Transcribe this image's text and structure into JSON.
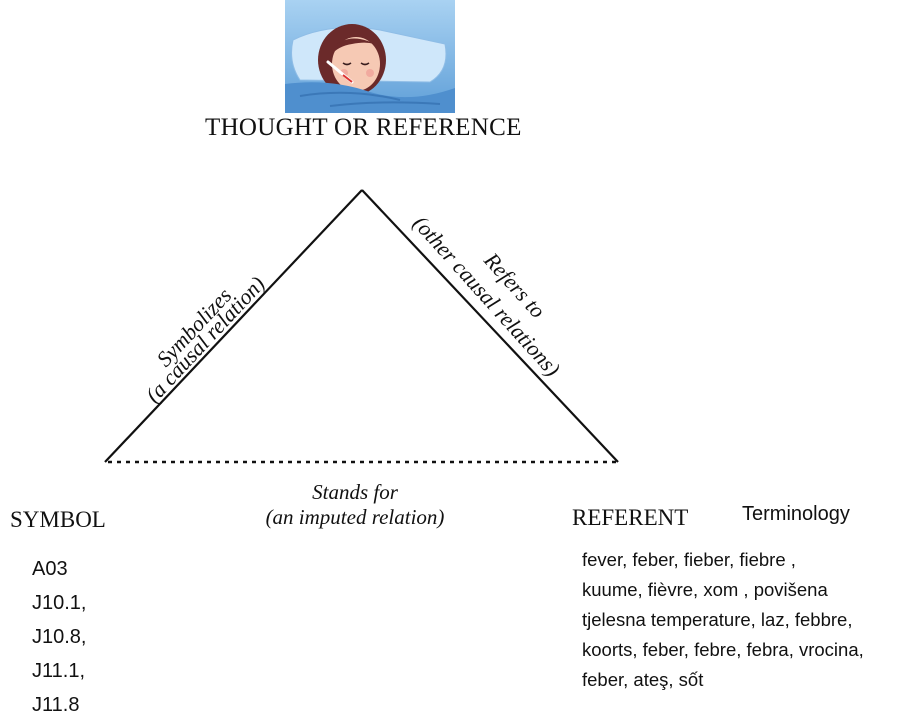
{
  "title": "THOUGHT OR REFERENCE",
  "edges": {
    "left": {
      "line1": "Symbolizes",
      "line2": "(a causal relation)"
    },
    "right": {
      "line1": "Refers to",
      "line2": "(other causal relations)"
    },
    "bottom": {
      "line1": "Stands for",
      "line2": "(an imputed relation)"
    }
  },
  "symbol": {
    "heading": "SYMBOL",
    "codes": [
      "A03",
      "J10.1,",
      "J10.8,",
      "J11.1,",
      "J11.8"
    ]
  },
  "referent": {
    "heading": "REFERENT",
    "terminology_label": "Terminology",
    "text": "fever,  feber,  fieber,  fiebre ,\nkuume, fièvre, xom , povišena\ntjelesna temperature, laz, febbre,\nkoorts,  feber, febre,  febra, vrocina,\nfeber, ateş, sốt"
  },
  "illustration": {
    "icon": "sick-person-with-thermometer-icon",
    "bg_color": "#7fb6e4"
  }
}
